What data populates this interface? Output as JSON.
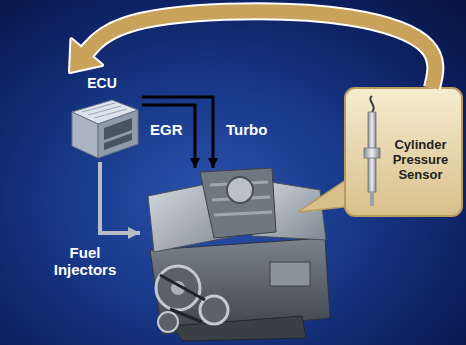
{
  "diagram": {
    "nodes": [
      {
        "text": [
          "ECU"
        ]
      },
      {
        "text": [
          "Fuel Injectors"
        ]
      },
      {
        "text": [
          "Cylinder Pressure Sensor"
        ]
      }
    ],
    "edges": [
      {
        "from": 0,
        "to": 1,
        "arrow": "to",
        "label": "EGR"
      },
      {
        "from": 0,
        "to": 1,
        "arrow": "to",
        "label": "Turbo"
      },
      {
        "from": 0,
        "to": 1,
        "arrow": "to"
      },
      {
        "from": 2,
        "to": 0,
        "arrow": "to"
      }
    ]
  }
}
